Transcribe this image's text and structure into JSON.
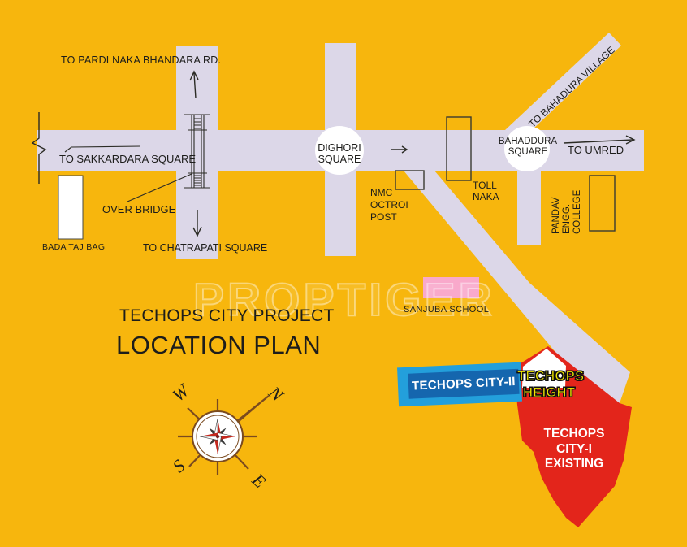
{
  "watermark": "PROPTIGER",
  "title": {
    "line1": "TECHOPS CITY PROJECT",
    "line2": "LOCATION PLAN"
  },
  "colors": {
    "background": "#F7B60D",
    "road": "#DCD7E8",
    "red_zone": "#E3251B",
    "school_pink": "#F9A9CB",
    "banner_blue_light": "#239FDB",
    "banner_blue_dark": "#1566AE",
    "height_yellow": "#F2E900",
    "ink": "#1D1D1B",
    "compass_brown": "#7A4A1F",
    "white": "#FFFFFF"
  },
  "map": {
    "labels": {
      "pardi": "TO PARDI NAKA BHANDARA RD.",
      "sakkardara": "TO SAKKARDARA SQUARE",
      "over_bridge": "OVER BRIDGE",
      "bada_taj_bag": "BADA TAJ BAG",
      "chatrapati": "TO CHATRAPATI SQUARE",
      "dighori": "DIGHORI SQUARE",
      "nmc": "NMC\nOCTROI\nPOST",
      "toll_naka": "TOLL\nNAKA",
      "bahaddura": "BAHADDURA\nSQUARE",
      "umred": "TO UMRED",
      "bahadura_village": "TO BAHADURA VILLAGE",
      "pandav": "PANDAV\nENGG.\nCOLLEGE",
      "sanjuba": "SANJUBA SCHOOL",
      "city2": "TECHOPS CITY-II",
      "height": "TECHOPS\nHEIGHT",
      "city1": "TECHOPS\nCITY-I\nEXISTING"
    },
    "compass": {
      "n": "N",
      "s": "S",
      "e": "E",
      "w": "W"
    }
  }
}
